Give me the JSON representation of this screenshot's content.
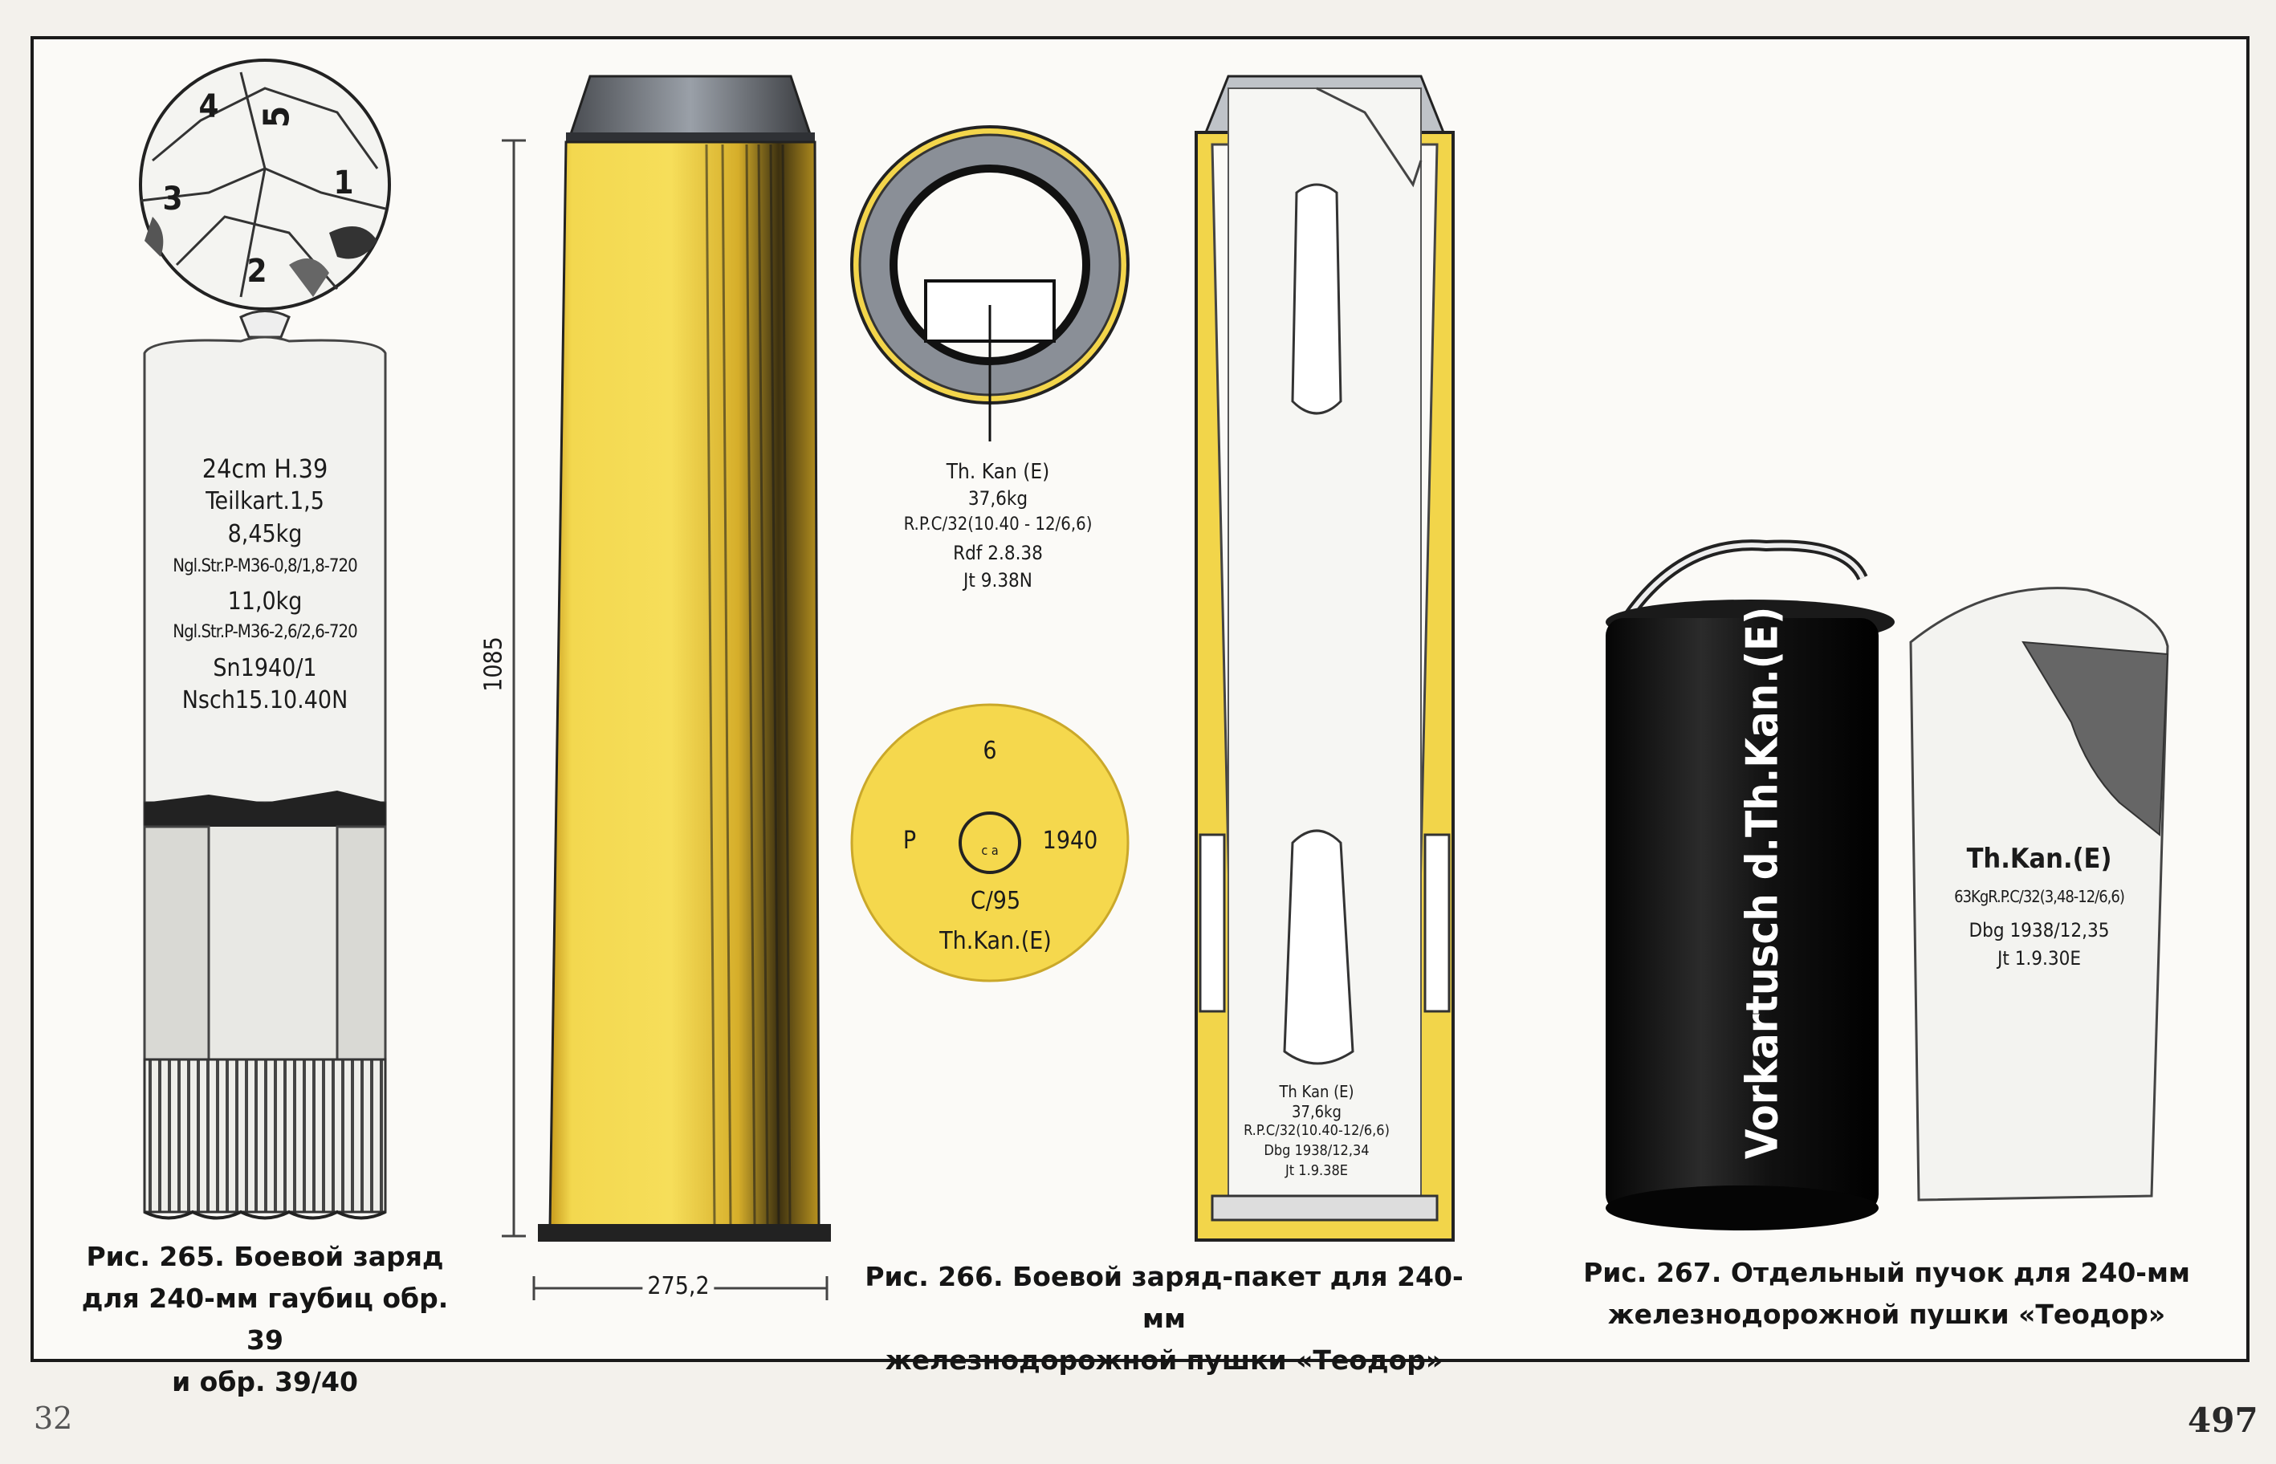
{
  "page_numbers": {
    "left": "32",
    "right": "497"
  },
  "fig265": {
    "numbers": [
      "5",
      "4",
      "3",
      "1",
      "2"
    ],
    "label_lines": [
      "24cm H.39",
      "Teilkart.1,5",
      "8,45kg",
      "Ngl.Str.P-M36-0,8/1,8-720",
      "11,0kg",
      "Ngl.Str.P-M36-2,6/2,6-720",
      "Sn1940/1",
      "Nsch15.10.40N"
    ],
    "caption_lines": [
      "Рис. 265. Боевой заряд",
      "для 240-мм гаубиц обр. 39",
      "и обр. 39/40"
    ]
  },
  "fig266": {
    "dimension_height": "1085",
    "dimension_width": "275,2",
    "top_view_label_lines": [
      "Th. Kan (E)",
      "37,6kg",
      "R.P.C/32(10.40 - 12/6,6)",
      "Rdf 2.8.38",
      "Jt 9.38N"
    ],
    "base": {
      "top": "6",
      "left": "P",
      "right": "1940",
      "center": "C/95",
      "bottom": "Th.Kan.(E)",
      "primer": "c a"
    },
    "inner_label_lines": [
      "Th Kan (E)",
      "37,6kg",
      "R.P.C/32(10.40-12/6,6)",
      "Dbg 1938/12,34",
      "Jt 1.9.38E"
    ],
    "caption_lines": [
      "Рис. 266. Боевой заряд-пакет для 240-мм",
      "железнодорожной пушки «Теодор»"
    ]
  },
  "fig267": {
    "container_text": "Vorkartusch d.Th.Kan.(E)",
    "bag_label_lines": [
      "Th.Kan.(E)",
      "63KgR.P.C/32(3,48-12/6,6)",
      "Dbg 1938/12,35",
      "Jt 1.9.30E"
    ],
    "caption_lines": [
      "Рис. 267. Отдельный пучок для 240-мм",
      "железнодорожной пушки «Теодор»"
    ]
  },
  "colors": {
    "yellow": "#f2d54a",
    "gray": "#8a8f97",
    "black": "#121212",
    "paper": "#fbfaf7"
  }
}
